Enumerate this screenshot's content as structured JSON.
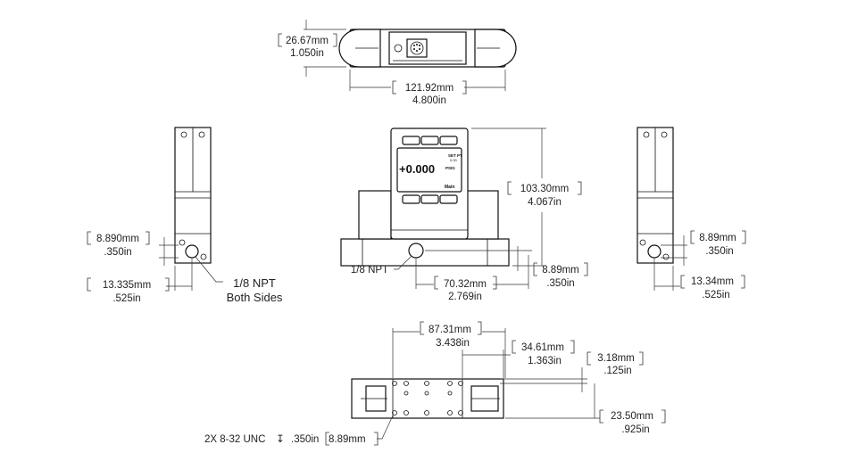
{
  "top_view": {
    "height_mm": "26.67mm",
    "height_in": "1.050in",
    "width_mm": "121.92mm",
    "width_in": "4.800in"
  },
  "front_view": {
    "screen_value": "+0.000",
    "screen_setpt": "SET PT",
    "screen_setpt_val": "0.00",
    "screen_unit": "PSIG",
    "screen_menu": "Main",
    "height_mm": "103.30mm",
    "height_in": "4.067in",
    "port_label": "1/8 NPT",
    "port_spacing_mm": "70.32mm",
    "port_spacing_in": "2.769in",
    "port_height_mm": "8.89mm",
    "port_height_in": ".350in"
  },
  "left_view": {
    "port_height_mm": "8.890mm",
    "port_height_in": ".350in",
    "port_offset_mm": "13.335mm",
    "port_offset_in": ".525in",
    "port_note_1": "1/8 NPT",
    "port_note_2": "Both Sides"
  },
  "right_view": {
    "port_height_mm": "8.89mm",
    "port_height_in": ".350in",
    "port_offset_mm": "13.34mm",
    "port_offset_in": ".525in"
  },
  "bottom_view": {
    "hole_span_mm": "87.31mm",
    "hole_span_in": "3.438in",
    "hole_offset_mm": "34.61mm",
    "hole_offset_in": "1.363in",
    "edge_mm": "3.18mm",
    "edge_in": ".125in",
    "depth_mm": "23.50mm",
    "depth_in": ".925in",
    "thread_note_a": "2X 8-32 UNC",
    "thread_symbol": "↧",
    "thread_note_b": ".350in",
    "thread_note_c": "8.89mm"
  }
}
